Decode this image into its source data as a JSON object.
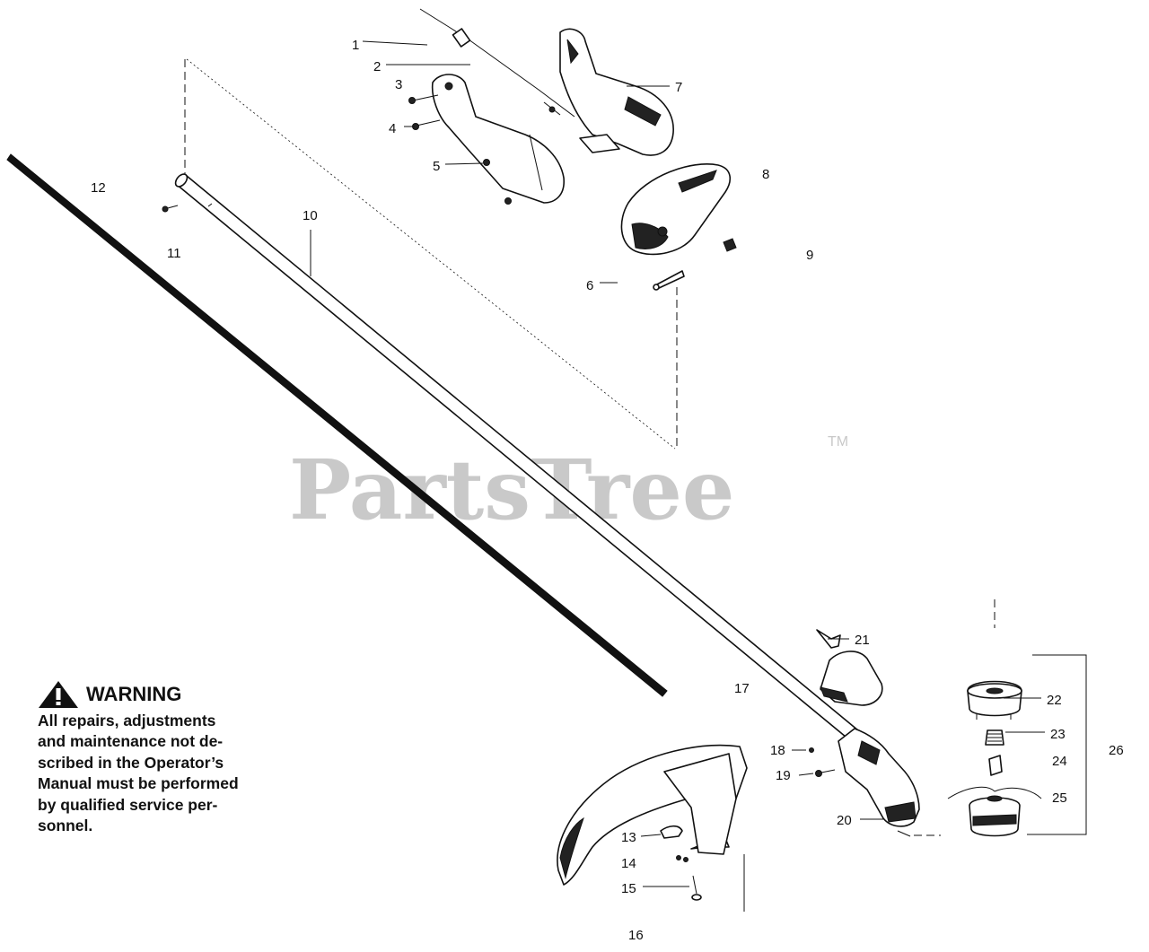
{
  "watermark": {
    "text": "PartsTree",
    "trademark": "TM"
  },
  "warning": {
    "title": "WARNING",
    "lines": [
      "All repairs, adjustments",
      "and maintenance not de-",
      "scribed in the Operator’s",
      "Manual must be performed",
      "by qualified  service per-",
      "sonnel."
    ]
  },
  "callouts": [
    "1",
    "2",
    "3",
    "4",
    "5",
    "6",
    "7",
    "8",
    "9",
    "10",
    "11",
    "12",
    "13",
    "14",
    "15",
    "16",
    "17",
    "18",
    "19",
    "20",
    "21",
    "22",
    "23",
    "24",
    "25",
    "26"
  ]
}
